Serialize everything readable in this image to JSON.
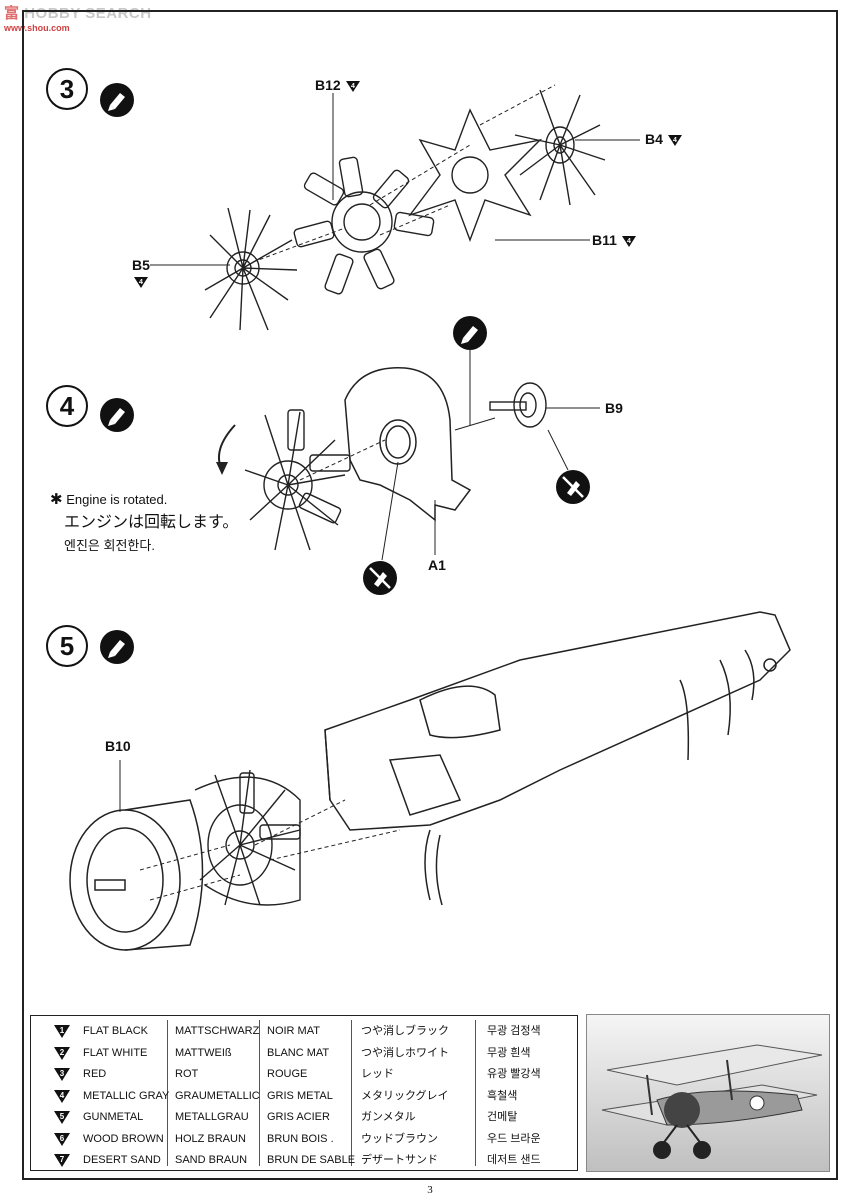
{
  "watermark": {
    "brand": "HOBBY SEARCH",
    "prefix": "富",
    "url": "www.shou.com"
  },
  "steps": [
    {
      "number": "3"
    },
    {
      "number": "4"
    },
    {
      "number": "5"
    }
  ],
  "parts": {
    "b12": "B12",
    "b12_color": "4",
    "b4": "B4",
    "b4_color": "4",
    "b11": "B11",
    "b11_color": "4",
    "b5": "B5",
    "b5_color": "4",
    "b9": "B9",
    "a1": "A1",
    "b10": "B10"
  },
  "note": {
    "symbol": "✱",
    "en": "Engine is rotated.",
    "ja": "エンジンは回転します。",
    "ko": "엔진은 회전한다."
  },
  "legend": {
    "colors": [
      {
        "num": "1",
        "en": "FLAT BLACK",
        "de": "MATTSCHWARZ",
        "fr": "NOIR MAT",
        "ja": "つや消しブラック",
        "ko": "무광  검정색"
      },
      {
        "num": "2",
        "en": "FLAT WHITE",
        "de": "MATTWEIß",
        "fr": "BLANC MAT",
        "ja": "つや消しホワイト",
        "ko": "무광  흰색"
      },
      {
        "num": "3",
        "en": "RED",
        "de": "ROT",
        "fr": "ROUGE",
        "ja": "レッド",
        "ko": "유광  빨강색"
      },
      {
        "num": "4",
        "en": "METALLIC GRAY",
        "de": "GRAUMETALLIC",
        "fr": "GRIS METAL",
        "ja": "メタリックグレイ",
        "ko": "흑철색"
      },
      {
        "num": "5",
        "en": "GUNMETAL",
        "de": "METALLGRAU",
        "fr": "GRIS ACIER",
        "ja": "ガンメタル",
        "ko": "건메탈"
      },
      {
        "num": "6",
        "en": "WOOD BROWN",
        "de": "HOLZ BRAUN",
        "fr": "BRUN BOIS .",
        "ja": "ウッドブラウン",
        "ko": "우드 브라운"
      },
      {
        "num": "7",
        "en": "DESERT SAND",
        "de": "SAND BRAUN",
        "fr": "BRUN DE SABLE",
        "ja": "デザートサンド",
        "ko": "데저트 샌드"
      }
    ]
  },
  "page_number": "3"
}
